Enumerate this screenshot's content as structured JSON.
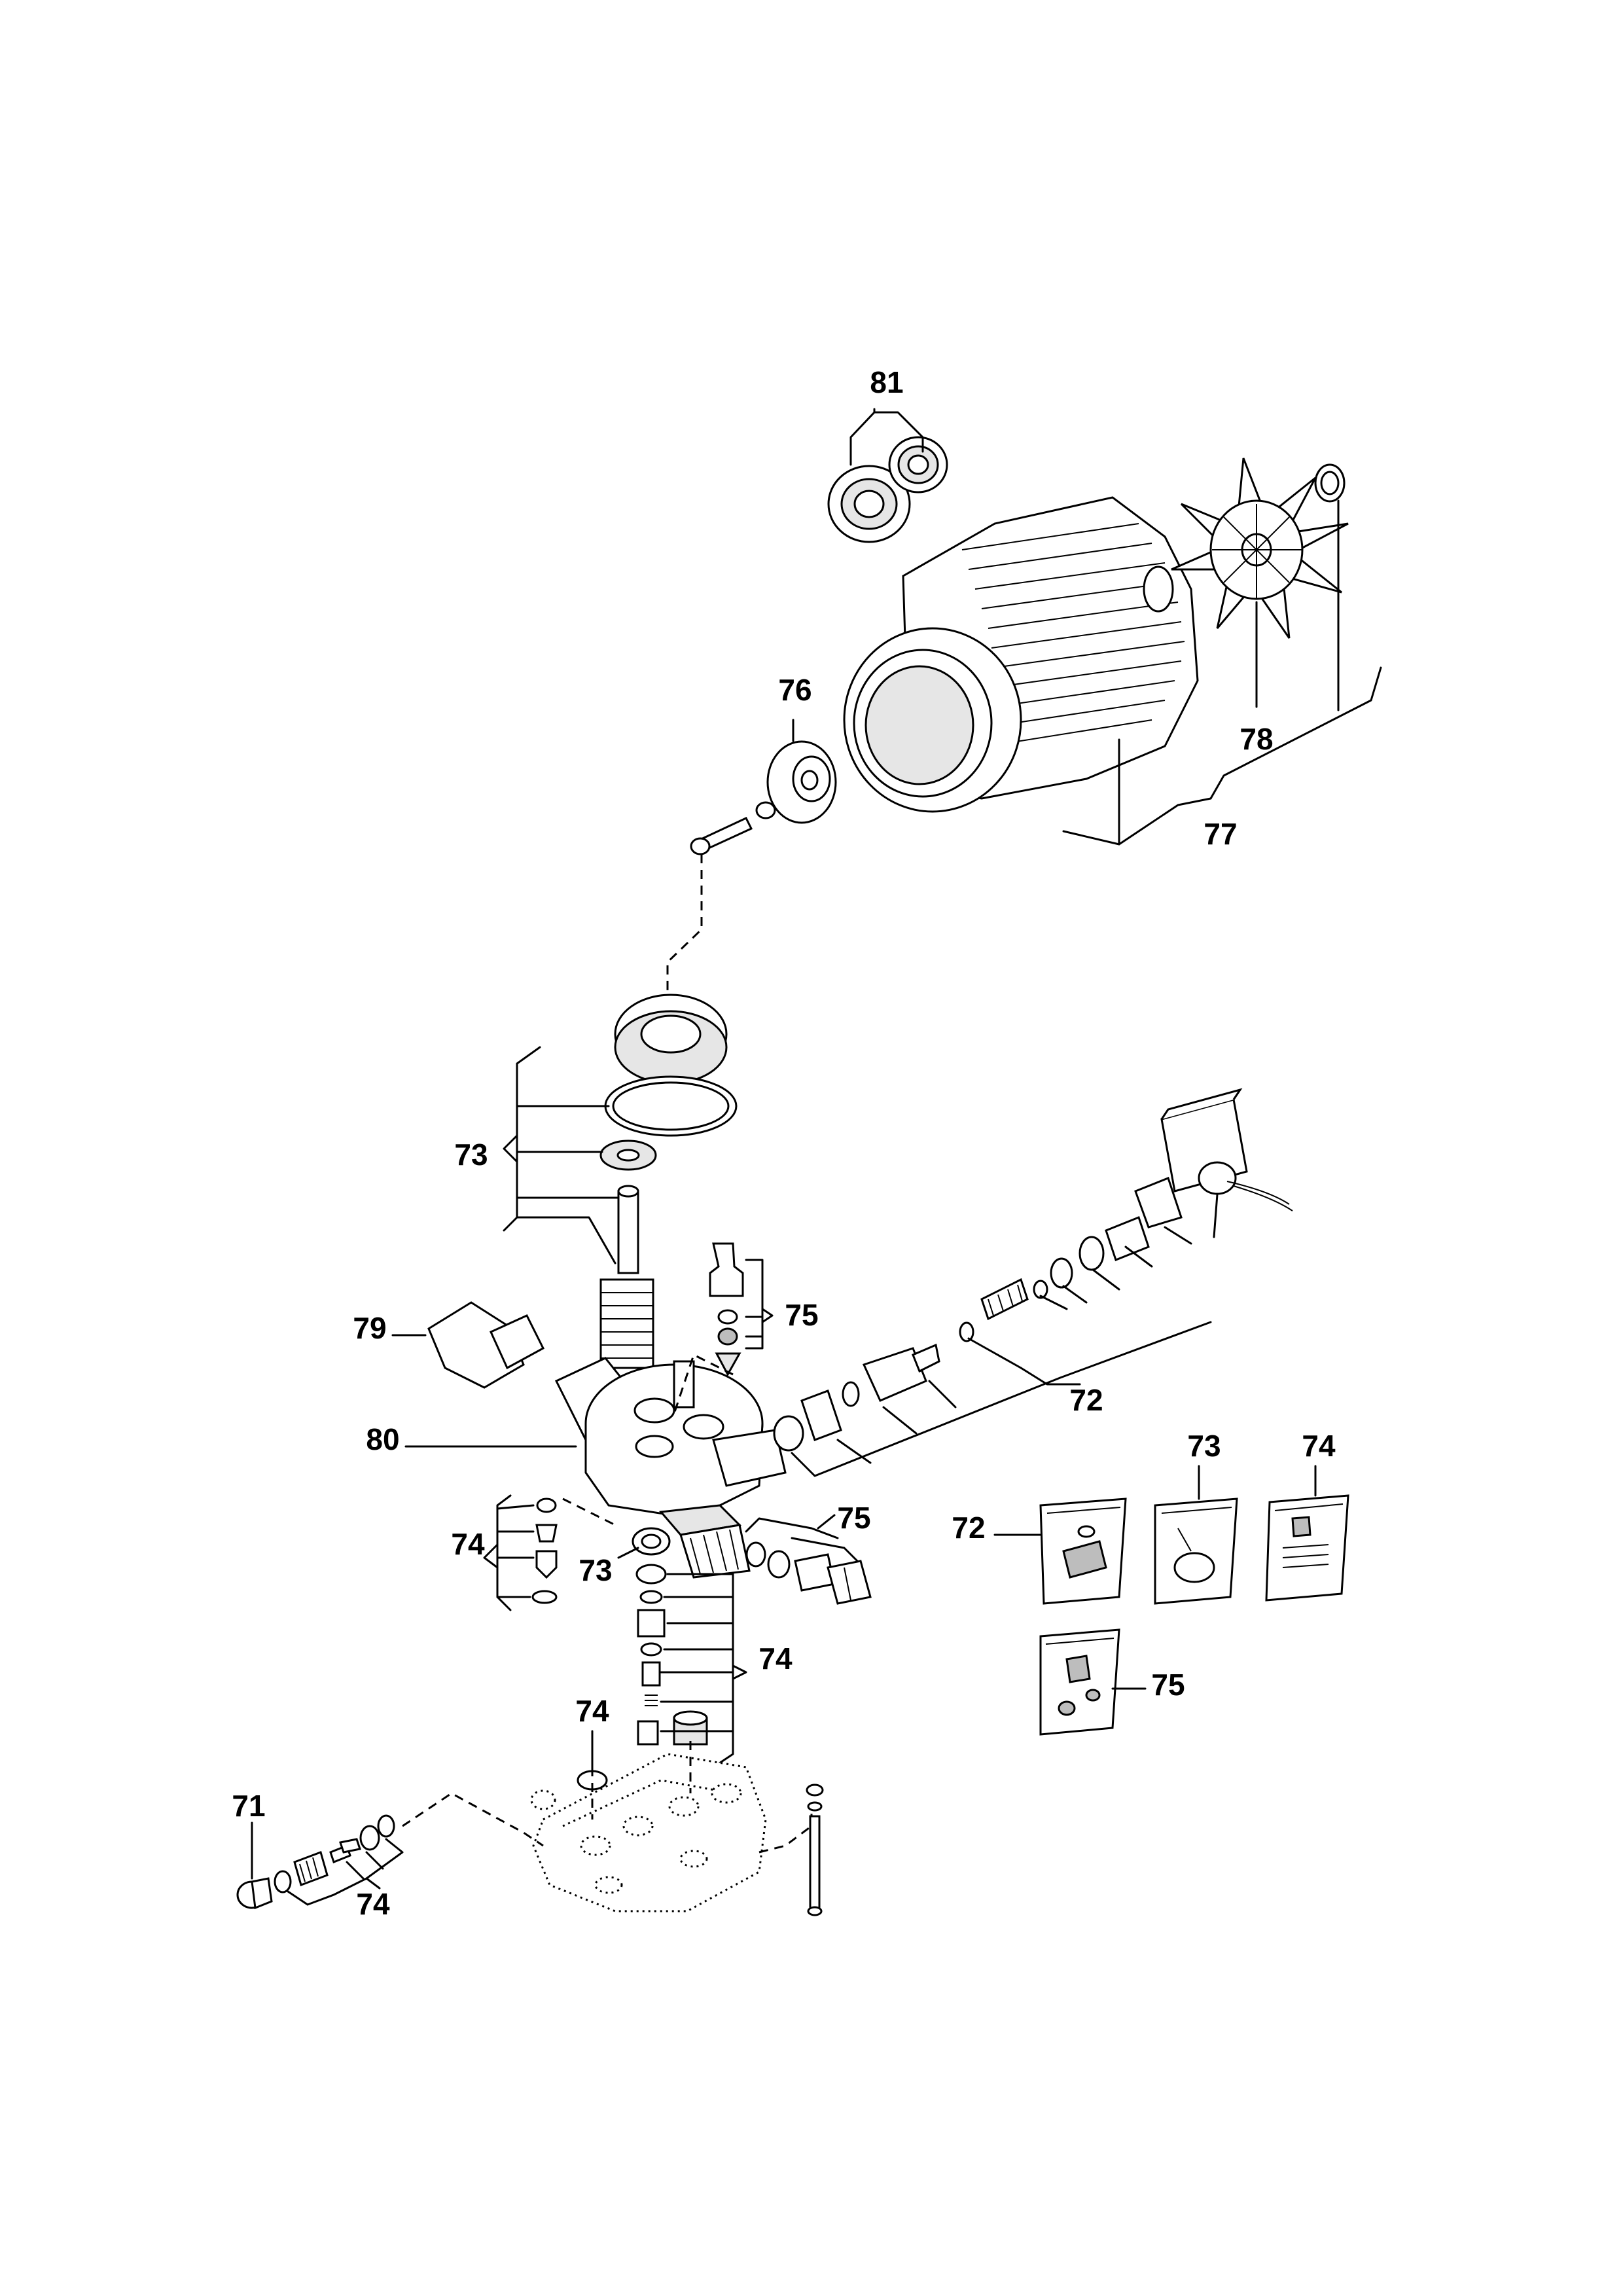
{
  "callouts": {
    "c81": "81",
    "c76": "76",
    "c78": "78",
    "c77": "77",
    "c73_upper": "73",
    "c79": "79",
    "c75_upper": "75",
    "c72_main": "72",
    "c80": "80",
    "c75_mid": "75",
    "c74_left": "74",
    "c73_lower": "73",
    "c74_stack": "74",
    "c74_oring": "74",
    "c71": "71",
    "c74_bottom": "74",
    "kit72": "72",
    "kit73": "73",
    "kit74": "74",
    "kit75": "75"
  }
}
